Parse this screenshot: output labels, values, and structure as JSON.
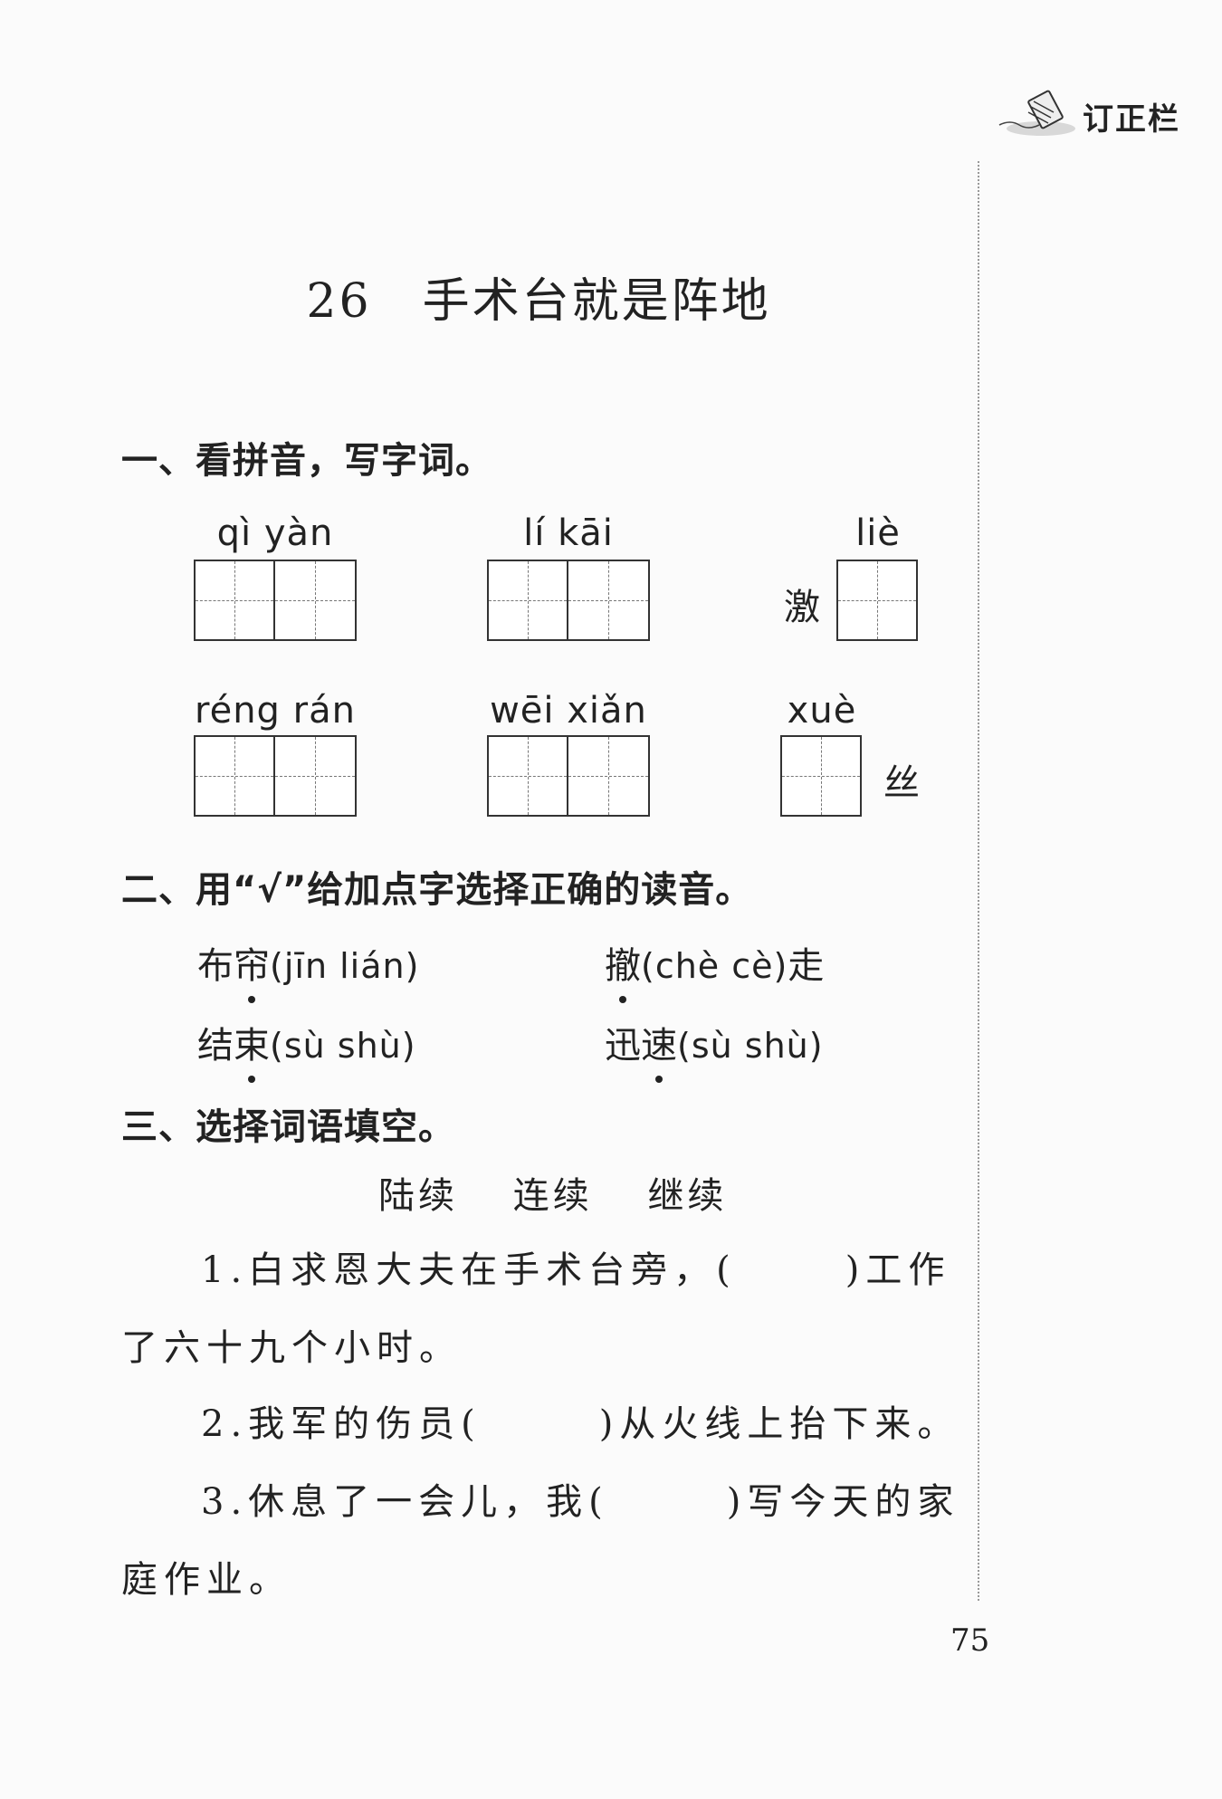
{
  "correction": {
    "label": "订正栏",
    "icon": "pencil-note-icon"
  },
  "lesson": {
    "number": "26",
    "title": "手术台就是阵地"
  },
  "section1": {
    "heading": "一、看拼音，写字词。",
    "items": [
      {
        "pinyin": "qì  yàn",
        "cells": 2
      },
      {
        "pinyin": "lí  kāi",
        "cells": 2
      },
      {
        "pinyin": "liè",
        "cells": 1,
        "given": "激",
        "given_side": "before"
      },
      {
        "pinyin": "réng rán",
        "cells": 2
      },
      {
        "pinyin": "wēi xiǎn",
        "cells": 2
      },
      {
        "pinyin": "xuè",
        "cells": 1,
        "given": "丝",
        "given_side": "after"
      }
    ]
  },
  "section2": {
    "heading": "二、用“√”给加点字选择正确的读音。",
    "items": [
      {
        "w1": "布",
        "w2": "帘",
        "dotted_index": 2,
        "options": "(jīn   lián)",
        "suffix": ""
      },
      {
        "w1": "撤",
        "w2": "",
        "dotted_index": 1,
        "options": "(chè   cè)",
        "suffix": "走"
      },
      {
        "w1": "结",
        "w2": "束",
        "dotted_index": 2,
        "options": "(sù   shù)",
        "suffix": ""
      },
      {
        "w1": "迅",
        "w2": "速",
        "dotted_index": 2,
        "options": "(sù   shù)",
        "suffix": ""
      }
    ]
  },
  "section3": {
    "heading": "三、选择词语填空。",
    "words": [
      "陆续",
      "连续",
      "继续"
    ],
    "sentences": [
      {
        "num": "1.",
        "before": "白求恩大夫在手术台旁，(",
        "after": ")工作了六十九个小时。"
      },
      {
        "num": "2.",
        "before": "我军的伤员(",
        "after": ")从火线上抬下来。"
      },
      {
        "num": "3.",
        "before": "休息了一会儿，我(",
        "after": ")写今天的家庭作业。"
      }
    ]
  },
  "page_number": "75"
}
